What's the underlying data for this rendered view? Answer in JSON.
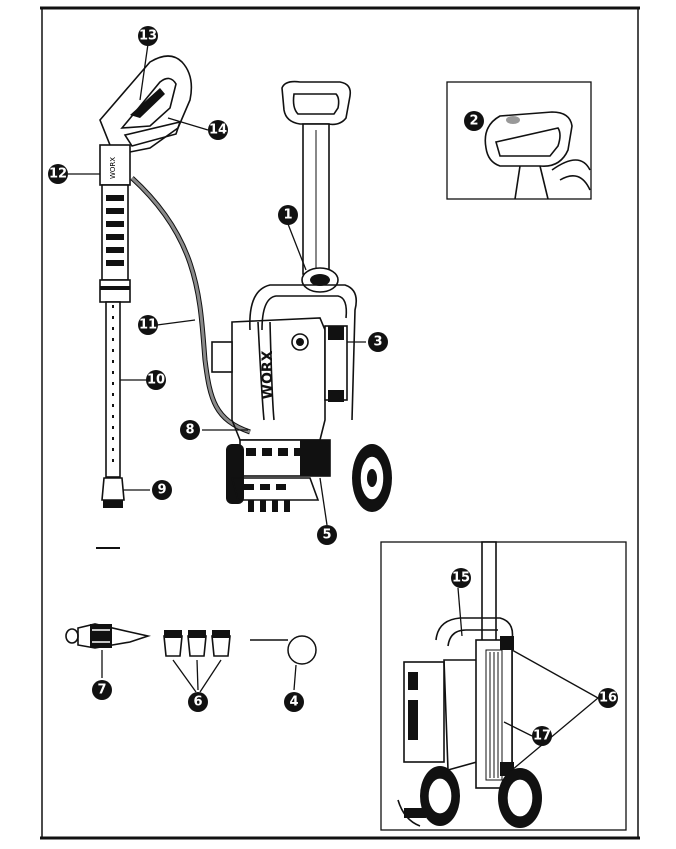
{
  "callouts": [
    {
      "id": "1",
      "label": "1"
    },
    {
      "id": "2",
      "label": "2"
    },
    {
      "id": "3",
      "label": "3"
    },
    {
      "id": "4",
      "label": "4"
    },
    {
      "id": "5",
      "label": "5"
    },
    {
      "id": "6",
      "label": "6"
    },
    {
      "id": "7",
      "label": "7"
    },
    {
      "id": "8",
      "label": "8"
    },
    {
      "id": "9",
      "label": "9"
    },
    {
      "id": "10",
      "label": "10"
    },
    {
      "id": "11",
      "label": "11"
    },
    {
      "id": "12",
      "label": "12"
    },
    {
      "id": "13",
      "label": "13"
    },
    {
      "id": "14",
      "label": "14"
    },
    {
      "id": "15",
      "label": "15"
    },
    {
      "id": "16",
      "label": "16"
    },
    {
      "id": "17",
      "label": "17"
    }
  ],
  "brand": {
    "gun_text": "WORX",
    "unit_text": "WORX"
  },
  "colors": {
    "ink": "#111111",
    "hose": "#8a8a8a",
    "background": "#ffffff"
  }
}
